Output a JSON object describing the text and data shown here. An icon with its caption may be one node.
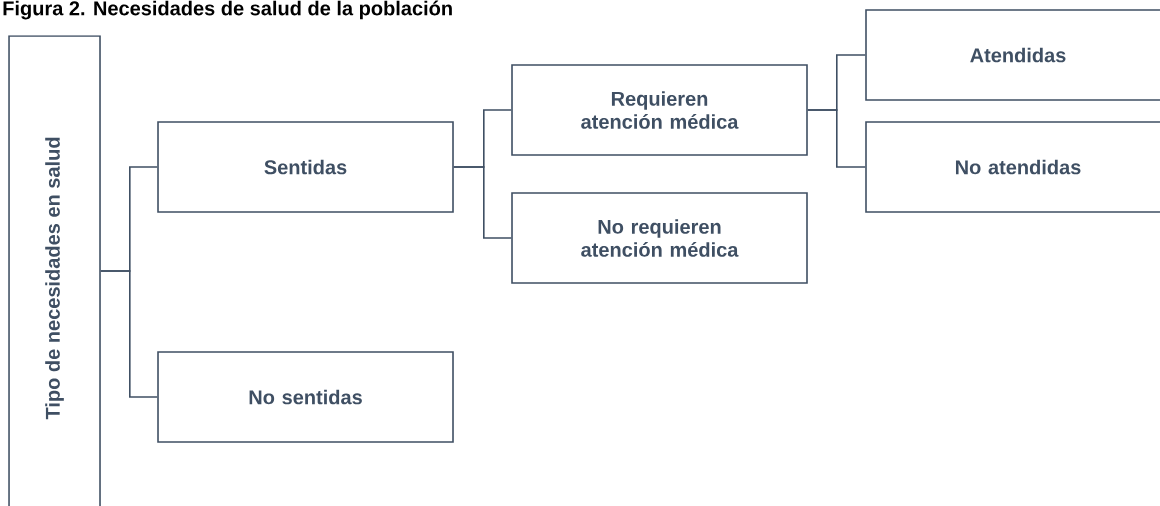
{
  "diagram": {
    "title": "Figura 2. Necesidades de salud de la población",
    "nodes": [
      {
        "text": [
          "Tipo de necesidades en salud"
        ]
      },
      {
        "text": [
          "Sentidas"
        ]
      },
      {
        "text": [
          "No sentidas"
        ]
      },
      {
        "text": [
          "Requieren atención médica"
        ]
      },
      {
        "text": [
          "No requieren atención médica"
        ]
      },
      {
        "text": [
          "Atendidas"
        ]
      },
      {
        "text": [
          "No atendidas"
        ]
      }
    ],
    "edges": [
      {
        "from": 0,
        "to": 1,
        "arrow": "none"
      },
      {
        "from": 0,
        "to": 2,
        "arrow": "none"
      },
      {
        "from": 1,
        "to": 3,
        "arrow": "none"
      },
      {
        "from": 1,
        "to": 4,
        "arrow": "none"
      },
      {
        "from": 3,
        "to": 5,
        "arrow": "none"
      },
      {
        "from": 3,
        "to": 6,
        "arrow": "none"
      }
    ]
  }
}
